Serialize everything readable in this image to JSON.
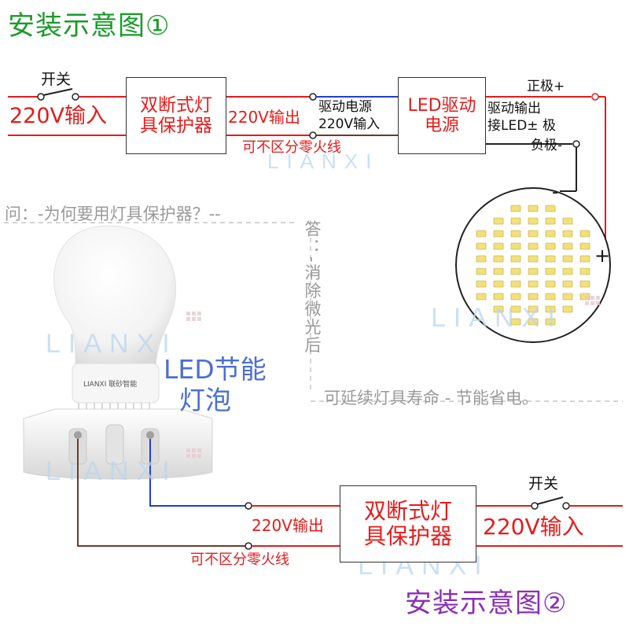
{
  "title_top": "安装示意图①",
  "title_bottom": "安装示意图②",
  "top": {
    "switch_label": "开关",
    "input_label": "220V输入",
    "protector_line1": "双断式灯",
    "protector_line2": "具保护器",
    "output_label": "220V输出",
    "any_wire_label": "可不区分零火线",
    "driver_input_line1": "驱动电源",
    "driver_input_line2": "220V输入",
    "driver_line1": "LED驱动",
    "driver_line2": "电源",
    "positive_label": "正极+",
    "driver_output_line1": "驱动输出",
    "driver_output_line2": "接LED± 极",
    "negative_label": "负极-",
    "led_minus": "-",
    "led_plus": "+"
  },
  "qa": {
    "question": "问：-为何要用灯具保护器？--",
    "answer_vertical": "答：-消除微光后",
    "answer_rest": "可延续灯具寿命 - 节能省电。"
  },
  "bulb": {
    "label_line1": "LED节能",
    "label_line2": "灯泡",
    "brand": "LIANXI 联砂智能"
  },
  "bottom": {
    "switch_label": "开关",
    "output_label": "220V输出",
    "any_wire_label": "可不区分零火线",
    "protector_line1": "双断式灯",
    "protector_line2": "具保护器",
    "input_label": "220V输入"
  },
  "watermark": "LIANXI",
  "colors": {
    "title_top": "#1a9a2a",
    "title_bottom": "#8a2fb4",
    "wire_red": "#e31c1c",
    "wire_blue": "#1f3fd6",
    "wire_brown": "#6b3b2a",
    "label_red": "#e31c1c",
    "bulb_label": "#4a6fd1",
    "qa_text": "#9a9a9a"
  }
}
